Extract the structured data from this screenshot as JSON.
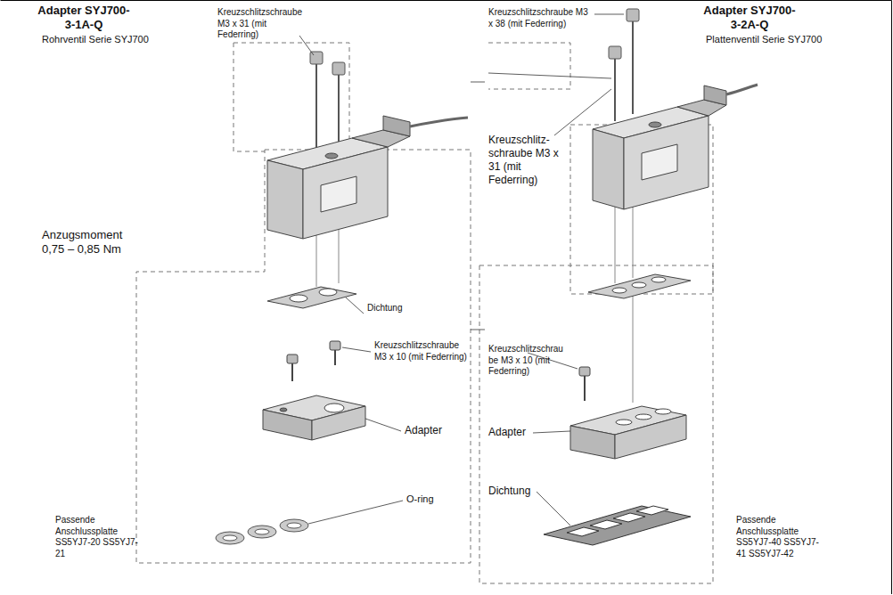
{
  "diagram": {
    "labels": [
      "Adapter SYJ700-3-1A-Q",
      "Rohrventil Serie SYJ700",
      "Kreuzschlitzschraube M3 x 31 (mit Federring)",
      "Anzugsmoment 0,75 – 0,85 Nm",
      "Dichtung",
      "Kreuzschlitzschraube M3 x 10 (mit Federring)",
      "Adapter",
      "O-ring",
      "Passende Anschlussplatte SS5YJ7-20 SS5YJ7-21",
      "Adapter SYJ700-3-2A-Q",
      "Kreuzschlitzschraube M3 x 38 (mit Federring)",
      "Plattenventil Serie SYJ700",
      "Kreuzschlitz- schraube M3 x 31 (mit Federring)",
      "Kreuzschlitzschrau be M3 x 10 (mit Federring)",
      "Adapter",
      "Dichtung",
      "Passende Anschlussplatte SS5YJ7-40 SS5YJ7-41 SS5YJ7-42"
    ]
  }
}
